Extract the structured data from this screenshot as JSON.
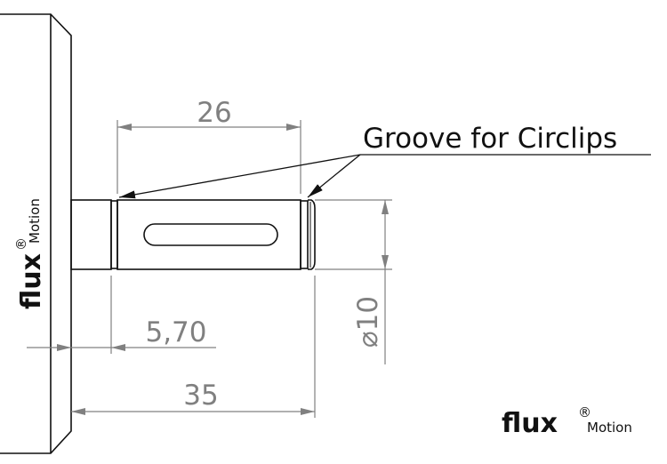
{
  "drawing": {
    "callout": "Groove for Circlips",
    "dimensions": {
      "slot_length": "26",
      "diameter": "⌀10",
      "offset": "5,70",
      "total_length": "35"
    }
  },
  "logo": {
    "brand": "flux",
    "sub": "Motion",
    "registered": "®"
  },
  "colors": {
    "outline": "#111111",
    "dimension": "#808080"
  }
}
